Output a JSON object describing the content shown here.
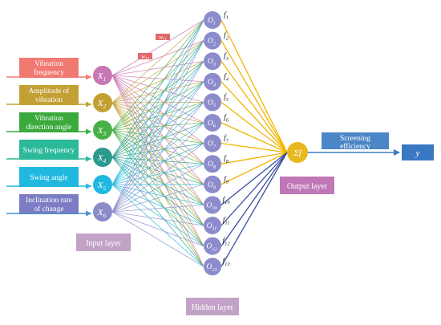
{
  "inputs": [
    {
      "label": [
        "Vibration",
        "frequency"
      ],
      "box_color": "#f07a72",
      "arrow_color": "#f07a72",
      "node_label": "X",
      "node_sub": "1",
      "node_color": "#c878b4"
    },
    {
      "label": [
        "Amplitude of",
        "vibration"
      ],
      "box_color": "#c2a034",
      "arrow_color": "#c2a034",
      "node_label": "X",
      "node_sub": "2",
      "node_color": "#c2a034"
    },
    {
      "label": [
        "Vibration",
        "direction angle"
      ],
      "box_color": "#3aaa3c",
      "arrow_color": "#3aaa3c",
      "node_label": "X",
      "node_sub": "3",
      "node_color": "#48b046"
    },
    {
      "label": [
        "Swing frequency"
      ],
      "box_color": "#2bb99a",
      "arrow_color": "#2bb99a",
      "node_label": "X",
      "node_sub": "4",
      "node_color": "#2a9a8e"
    },
    {
      "label": [
        "Swing angle"
      ],
      "box_color": "#21b8e0",
      "arrow_color": "#21b8e0",
      "node_label": "X",
      "node_sub": "5",
      "node_color": "#21b8e0"
    },
    {
      "label": [
        "Inclination rate",
        "of change"
      ],
      "box_color": "#7c7cc4",
      "arrow_color": "#4b8fd0",
      "node_label": "X",
      "node_sub": "6",
      "node_color": "#8a8cc8"
    }
  ],
  "hidden": [
    {
      "label": "O",
      "sub": "1",
      "f": "f",
      "fsub": "1"
    },
    {
      "label": "O",
      "sub": "2",
      "f": "f",
      "fsub": "2"
    },
    {
      "label": "O",
      "sub": "3",
      "f": "f",
      "fsub": "3"
    },
    {
      "label": "O",
      "sub": "4",
      "f": "f",
      "fsub": "4"
    },
    {
      "label": "O",
      "sub": "5",
      "f": "f",
      "fsub": "5"
    },
    {
      "label": "O",
      "sub": "6",
      "f": "f",
      "fsub": "6"
    },
    {
      "label": "O",
      "sub": "7",
      "f": "f",
      "fsub": "7"
    },
    {
      "label": "O",
      "sub": "8",
      "f": "f",
      "fsub": "8"
    },
    {
      "label": "O",
      "sub": "9",
      "f": "f",
      "fsub": "9"
    },
    {
      "label": "O",
      "sub": "10",
      "f": "f",
      "fsub": "10"
    },
    {
      "label": "O",
      "sub": "11",
      "f": "f",
      "fsub": "11"
    },
    {
      "label": "O",
      "sub": "12",
      "f": "f",
      "fsub": "12"
    },
    {
      "label": "O",
      "sub": "13",
      "f": "f",
      "fsub": "13"
    }
  ],
  "output_node": {
    "label": "Σf",
    "color": "#e8b820"
  },
  "weights": [
    {
      "text": "w",
      "sub": "11"
    },
    {
      "text": "w",
      "sub": "12"
    }
  ],
  "output_text": {
    "label": [
      "Screening",
      "efficiency"
    ],
    "result": "y"
  },
  "layer_labels": {
    "input": "Input layer",
    "hidden": "Hidden layer",
    "output": "Output layer"
  },
  "colors": {
    "hidden_node": "#8c8ccc",
    "hidden_edge_upper": "#f2b400",
    "hidden_edge_lower": "#3a4fa0",
    "layer_box": "#c3a2c8",
    "output_layer_box": "#c077b8",
    "output_text_box": "#4b86c6",
    "result_box": "#3a78c4",
    "weight_box": "#e06a6a"
  }
}
